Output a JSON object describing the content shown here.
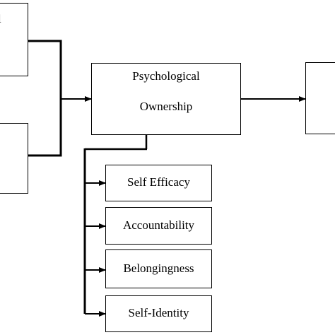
{
  "diagram": {
    "left_top_box": {
      "label": "l"
    },
    "left_bottom_box": {
      "label": ""
    },
    "center_box": {
      "line1": "Psychological",
      "line2": "Ownership"
    },
    "right_box": {
      "label": ""
    },
    "dimensions": [
      {
        "label": "Self Efficacy"
      },
      {
        "label": "Accountability"
      },
      {
        "label": "Belongingness"
      },
      {
        "label": "Self-Identity"
      }
    ]
  }
}
